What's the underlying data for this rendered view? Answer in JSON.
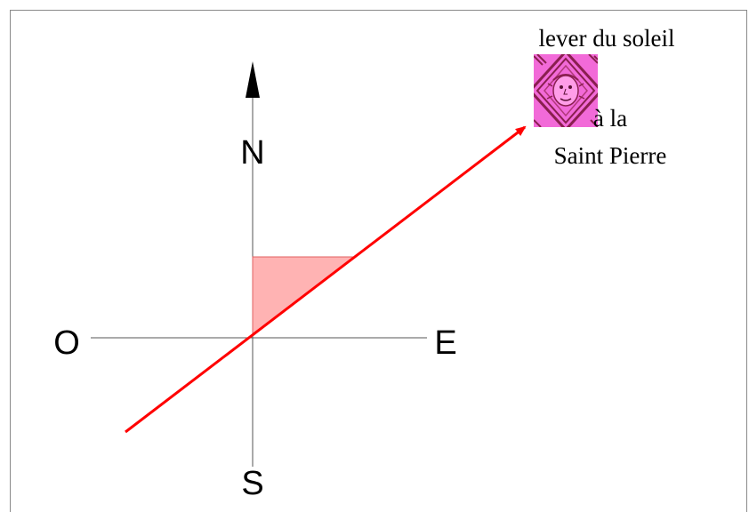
{
  "diagram": {
    "compass": {
      "north": "N",
      "south": "S",
      "east": "E",
      "west": "O"
    },
    "annotation": {
      "line1": "lever du soleil",
      "line2": "à la",
      "line3": "Saint Pierre"
    },
    "colors": {
      "frame": "#8a8a8a",
      "axis": "#555555",
      "north_arrow": "#000000",
      "sun_arrow": "#ff0000",
      "angle_fill": "#ffb3b3",
      "angle_stroke": "#e06060",
      "sun_icon_bg": "#f26ad8",
      "sun_icon_line": "#8a1f4f"
    },
    "icons": {
      "north_marker": "arrowhead-icon",
      "sun_image": "sun-face-icon"
    }
  }
}
